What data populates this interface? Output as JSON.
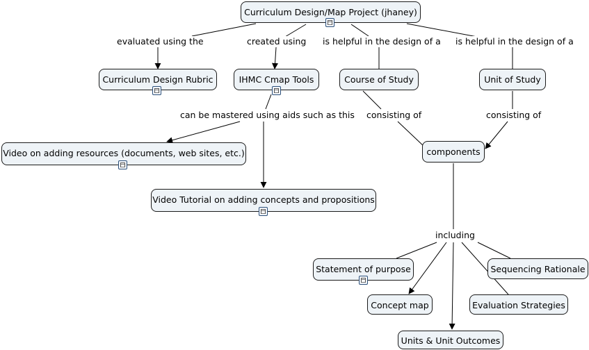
{
  "concepts": {
    "root": "Curriculum Design/Map Project (jhaney)",
    "rubric": "Curriculum Design Rubric",
    "cmap_tools": "IHMC Cmap Tools",
    "course_of_study": "Course of Study",
    "unit_of_study": "Unit of Study",
    "video_resources": "Video on adding resources (documents, web sites, etc.)",
    "video_tutorial": "Video Tutorial on adding concepts and propositions",
    "components": "components",
    "statement_of_purpose": "Statement of purpose",
    "sequencing_rationale": "Sequencing Rationale",
    "concept_map": "Concept map",
    "evaluation_strategies": "Evaluation Strategies",
    "units_outcomes": "Units & Unit Outcomes"
  },
  "links": {
    "evaluated_using": "evaluated using the",
    "created_using": "created using",
    "helpful_course": "is helpful in the design of a",
    "helpful_unit": "is helpful in the design of a",
    "mastered_using": "can be mastered using aids such as this",
    "consisting_course": "consisting of",
    "consisting_unit": "consisting of",
    "including": "including"
  },
  "colors": {
    "node_fill": "#eef3f7",
    "node_border": "#1a1a1a",
    "line": "#000000",
    "background": "#ffffff"
  },
  "icons": {
    "resource": "document-resource-icon"
  }
}
